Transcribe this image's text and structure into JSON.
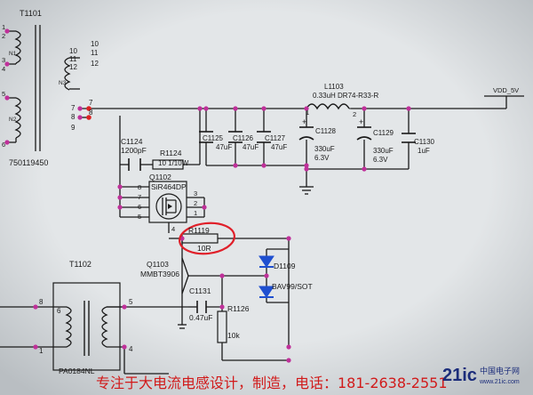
{
  "schematic": {
    "transformer_top": {
      "ref": "T1101",
      "part": "750119450",
      "pins_left": [
        "1",
        "2",
        "3",
        "4",
        "5",
        "6"
      ],
      "pins_right": [
        "10",
        "11",
        "12",
        "7",
        "8",
        "9"
      ],
      "pins_right_outer": [
        "10",
        "11",
        "12",
        "7",
        "8"
      ],
      "winding_labels": [
        "N1",
        "N3",
        "N2"
      ]
    },
    "inductor": {
      "ref": "L1103",
      "value": "0.33uH DR74-R33-R",
      "pin1": "1",
      "pin2": "2"
    },
    "net_label": "VDD_5V",
    "capacitors": [
      {
        "ref": "C1125",
        "value": "47uF"
      },
      {
        "ref": "C1126",
        "value": "47uF"
      },
      {
        "ref": "C1127",
        "value": "47uF"
      },
      {
        "ref": "C1128",
        "value": "330uF",
        "rating": "6.3V",
        "polarity": "+"
      },
      {
        "ref": "C1129",
        "value": "330uF",
        "rating": "6.3V",
        "polarity": "+"
      },
      {
        "ref": "C1130",
        "value": "1uF"
      }
    ],
    "snubber": {
      "cap_ref": "C1124",
      "cap_value": "1200pF",
      "res_ref": "R1124",
      "res_value": "10 1/10W"
    },
    "mosfet": {
      "ref": "Q1102",
      "part": "SiR464DP",
      "pins_left": [
        "8",
        "7",
        "6",
        "5"
      ],
      "pins_right": [
        "3",
        "2",
        "1"
      ],
      "gate_pin": "4"
    },
    "gate_resistor": {
      "ref": "R1119",
      "value": "10R"
    },
    "bjt": {
      "ref": "Q1103",
      "part": "MMBT3906"
    },
    "diode": {
      "ref": "D1109",
      "part": "BAV99/SOT"
    },
    "cap_c1131": {
      "ref": "C1131",
      "value": "0.47uF"
    },
    "res_r1126": {
      "ref": "R1126",
      "value": "10k"
    },
    "transformer_bottom": {
      "ref": "T1102",
      "part": "PA0184NL",
      "pins": [
        "8",
        "6",
        "5",
        "4",
        "1"
      ]
    },
    "watermark_text": "专注于大电流电感设计，制造，电话：181-2638-2551",
    "logo": {
      "main": "21ic",
      "cn": "中国电子网",
      "url": "www.21ic.com"
    }
  },
  "colors": {
    "background": "#d9dde0",
    "wire": "#1a1a1a",
    "junction": "#c0309a",
    "annotation": "#e0202a",
    "diode": "#1f4fd0"
  }
}
